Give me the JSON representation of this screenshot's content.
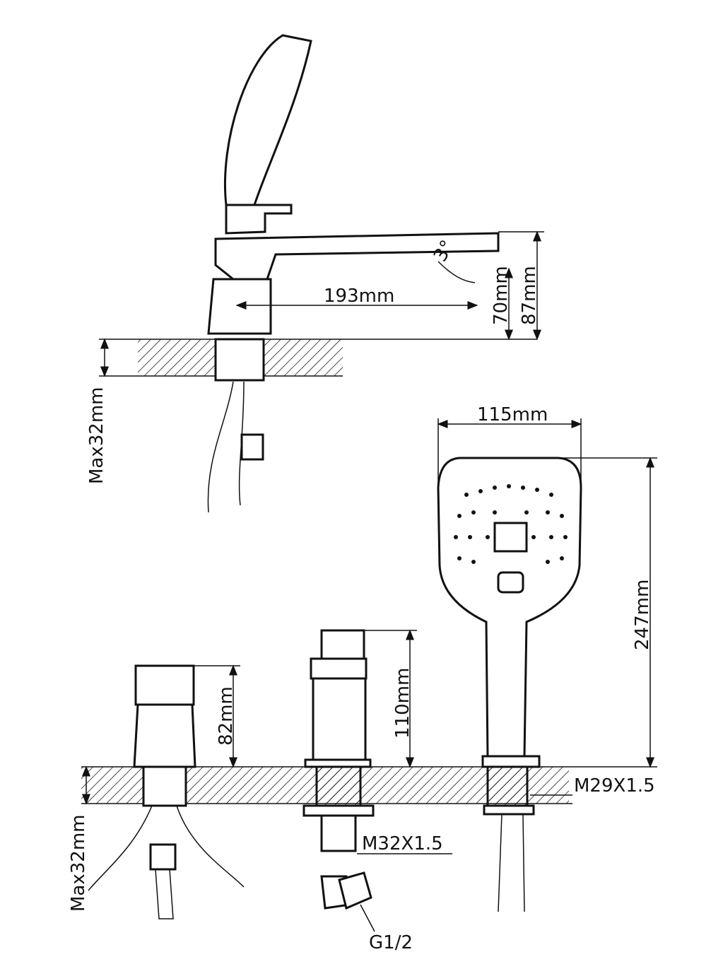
{
  "drawing": {
    "side_view": {
      "spout_length": "193mm",
      "spout_height": "70mm",
      "total_height": "87mm",
      "angle": "3°",
      "max_deck_thickness": "Max32mm"
    },
    "front_view": {
      "hand_shower_width": "115mm",
      "hand_shower_height": "247mm",
      "handle_height": "82mm",
      "spout_height": "110mm",
      "thread_shower": "M29X1.5",
      "thread_spout": "M32X1.5",
      "inlet_thread": "G1/2",
      "max_deck_thickness": "Max32mm"
    }
  }
}
